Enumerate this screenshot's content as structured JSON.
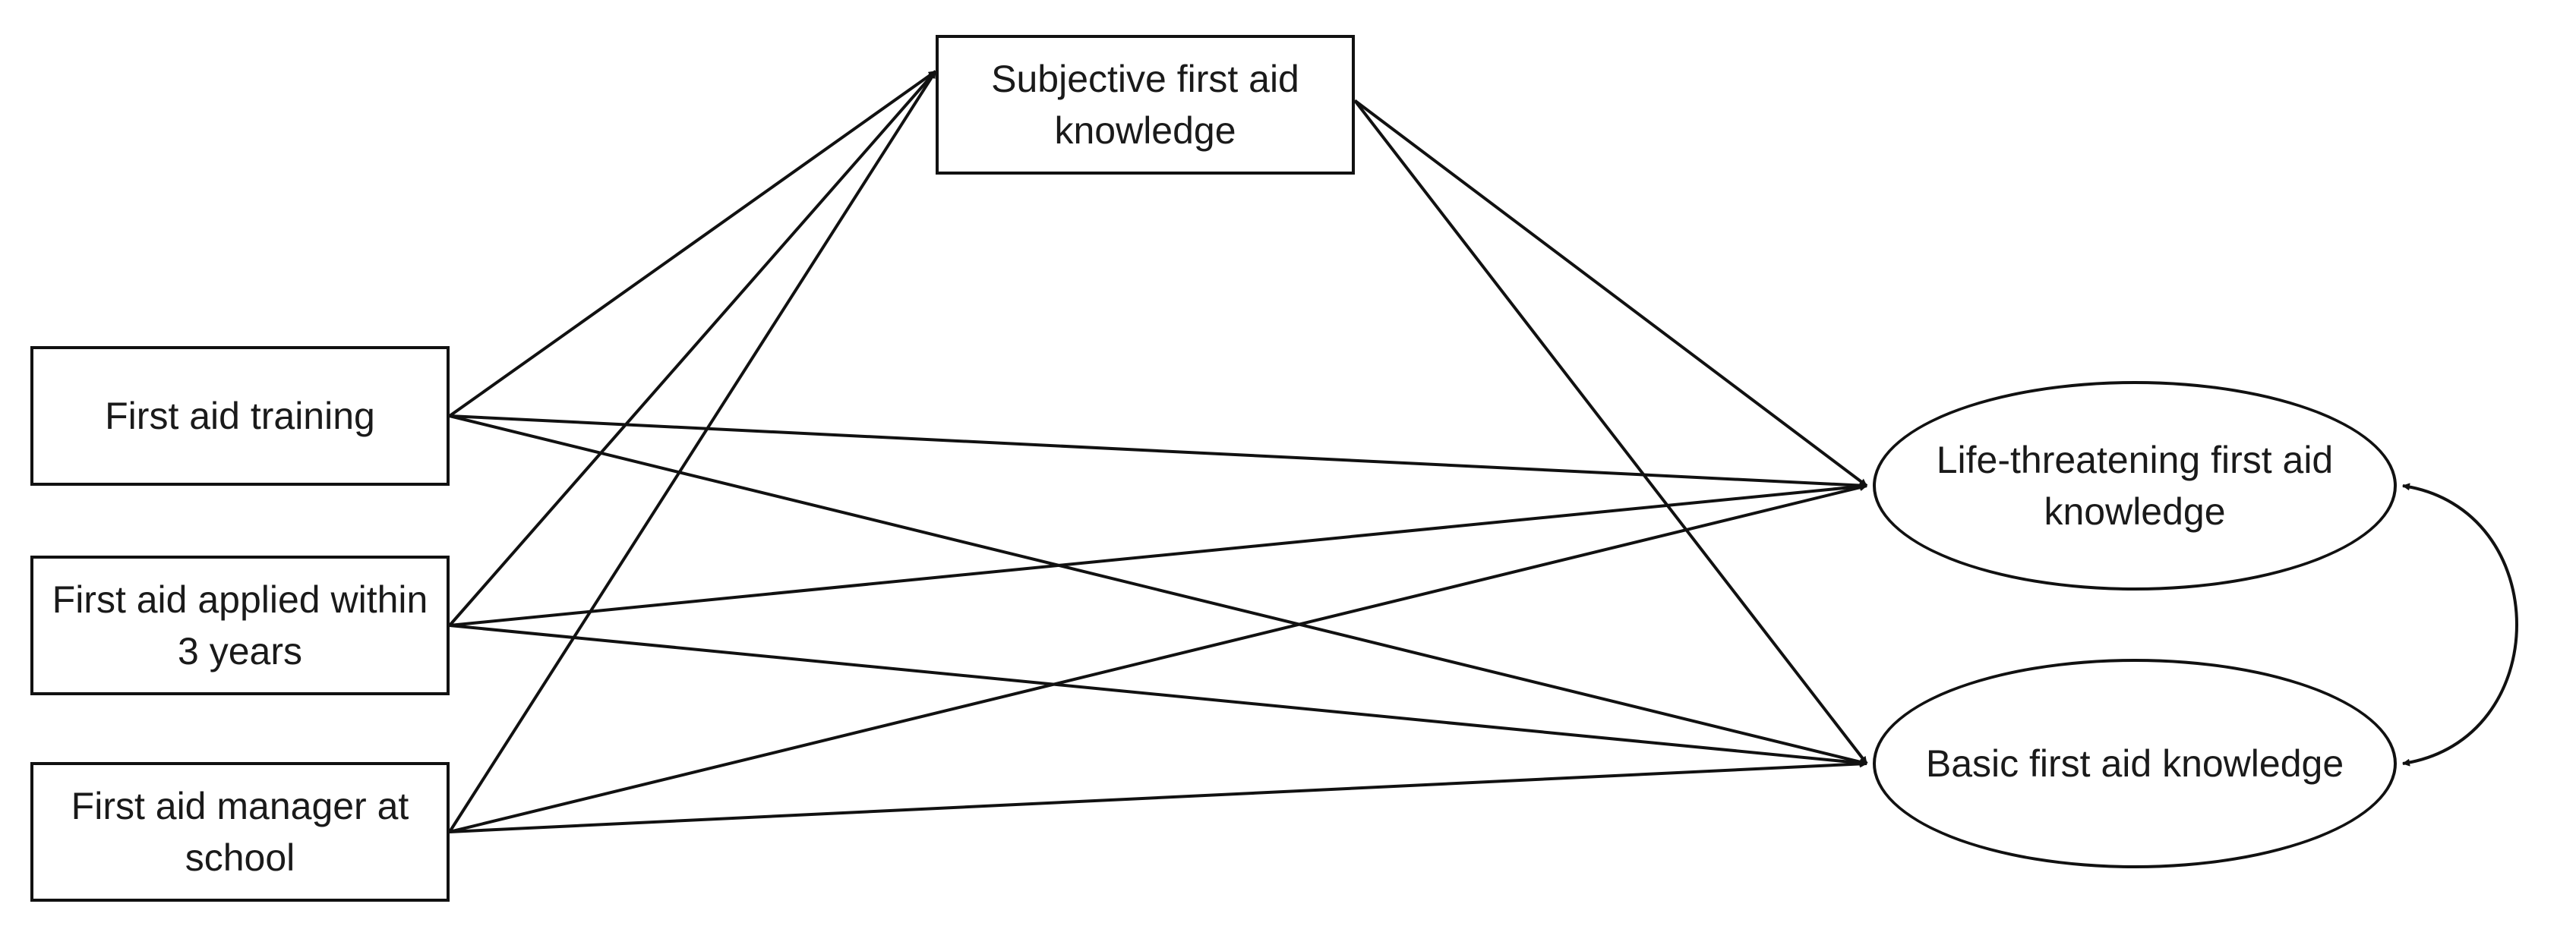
{
  "nodes": {
    "subjective": {
      "label": "Subjective first aid knowledge"
    },
    "training": {
      "label": "First aid training"
    },
    "applied": {
      "label": "First aid applied within 3 years"
    },
    "manager": {
      "label": "First aid manager at school"
    },
    "life_threatening": {
      "label": "Life-threatening first aid knowledge"
    },
    "basic": {
      "label": "Basic first aid knowledge"
    }
  },
  "edges": [
    {
      "from": "training",
      "to": "subjective",
      "type": "directed"
    },
    {
      "from": "applied",
      "to": "subjective",
      "type": "directed"
    },
    {
      "from": "manager",
      "to": "subjective",
      "type": "directed"
    },
    {
      "from": "training",
      "to": "life_threatening",
      "type": "directed"
    },
    {
      "from": "applied",
      "to": "life_threatening",
      "type": "directed"
    },
    {
      "from": "manager",
      "to": "life_threatening",
      "type": "directed"
    },
    {
      "from": "training",
      "to": "basic",
      "type": "directed"
    },
    {
      "from": "applied",
      "to": "basic",
      "type": "directed"
    },
    {
      "from": "manager",
      "to": "basic",
      "type": "directed"
    },
    {
      "from": "subjective",
      "to": "life_threatening",
      "type": "directed"
    },
    {
      "from": "subjective",
      "to": "basic",
      "type": "directed"
    },
    {
      "from": "life_threatening",
      "to": "basic",
      "type": "covariance"
    }
  ],
  "colors": {
    "stroke": "#111111",
    "text": "#1a1a1a",
    "background": "#ffffff"
  }
}
